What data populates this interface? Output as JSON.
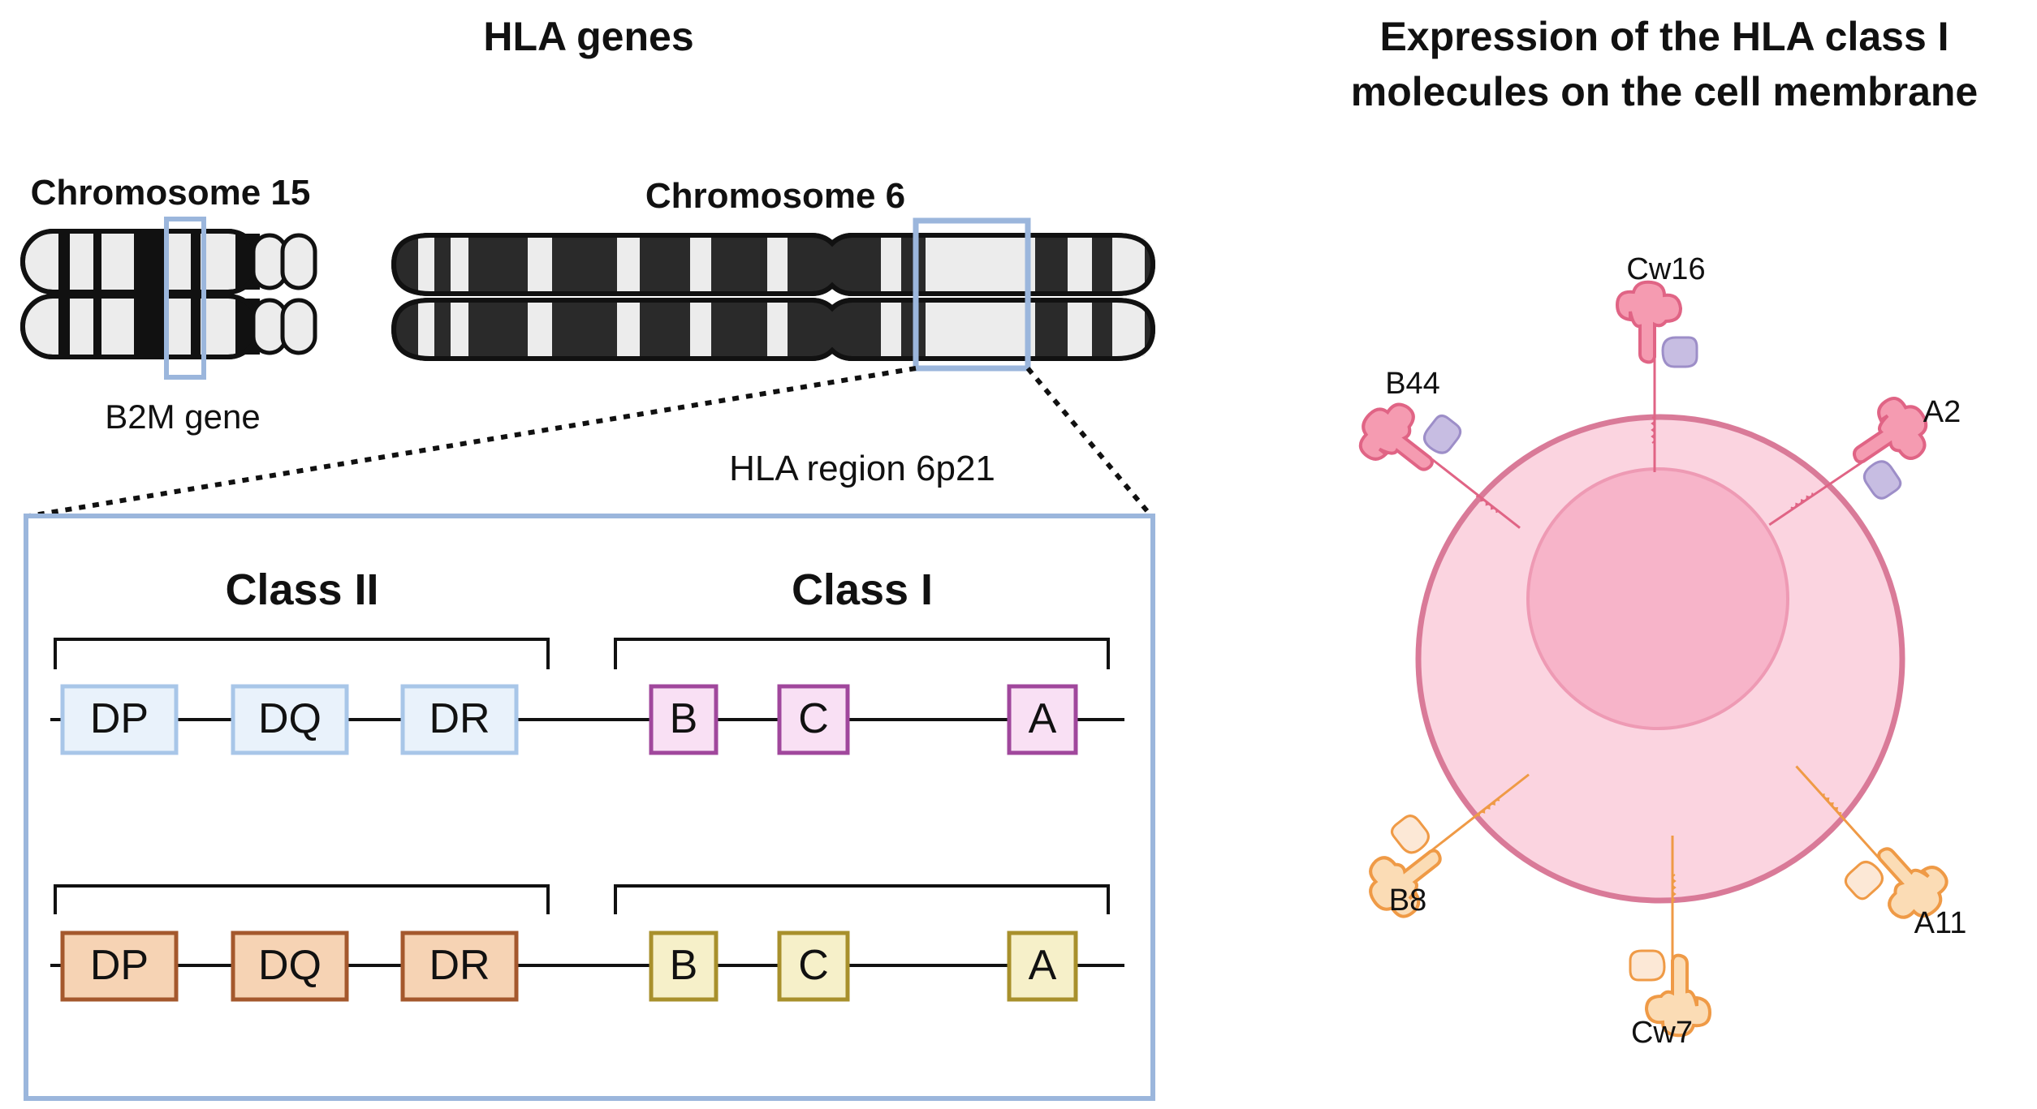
{
  "left_title": "HLA genes",
  "right_title_line1": "Expression of the HLA class I",
  "right_title_line2": "molecules on the cell membrane",
  "chromosome15": {
    "title": "Chromosome 15",
    "gene_label": "B2M gene"
  },
  "chromosome6": {
    "title": "Chromosome 6"
  },
  "region_label": "HLA region 6p21",
  "class_ii_label": "Class II",
  "class_i_label": "Class I",
  "haplotype_maternal": {
    "class_ii_genes": [
      "DP",
      "DQ",
      "DR"
    ],
    "class_i_genes": [
      "B",
      "C",
      "A"
    ],
    "class_ii_fill": "#e9f2fb",
    "class_ii_stroke": "#a8c6e8",
    "class_i_fill": "#f9e0f4",
    "class_i_stroke": "#a0479c"
  },
  "haplotype_paternal": {
    "class_ii_genes": [
      "DP",
      "DQ",
      "DR"
    ],
    "class_i_genes": [
      "B",
      "C",
      "A"
    ],
    "class_ii_fill": "#f6d3b4",
    "class_ii_stroke": "#a4582d",
    "class_i_fill": "#f6f0c9",
    "class_i_stroke": "#a8902c"
  },
  "molecules": [
    {
      "label": "Cw16",
      "color": "pink"
    },
    {
      "label": "A2",
      "color": "pink"
    },
    {
      "label": "A11",
      "color": "orange"
    },
    {
      "label": "Cw7",
      "color": "orange"
    },
    {
      "label": "B8",
      "color": "orange"
    },
    {
      "label": "B44",
      "color": "pink"
    }
  ],
  "colors": {
    "highlight_box": "#9bb6dc",
    "cell_outer": "#fbd4e0",
    "cell_outer_stroke": "#d97a98",
    "nucleus": "#f7b4c9",
    "pink_molecule": "#f59bb1",
    "pink_stroke": "#e06485",
    "purple_b2m": "#c7bde2",
    "orange_molecule": "#fbdcb5",
    "orange_stroke": "#ef9a46"
  }
}
